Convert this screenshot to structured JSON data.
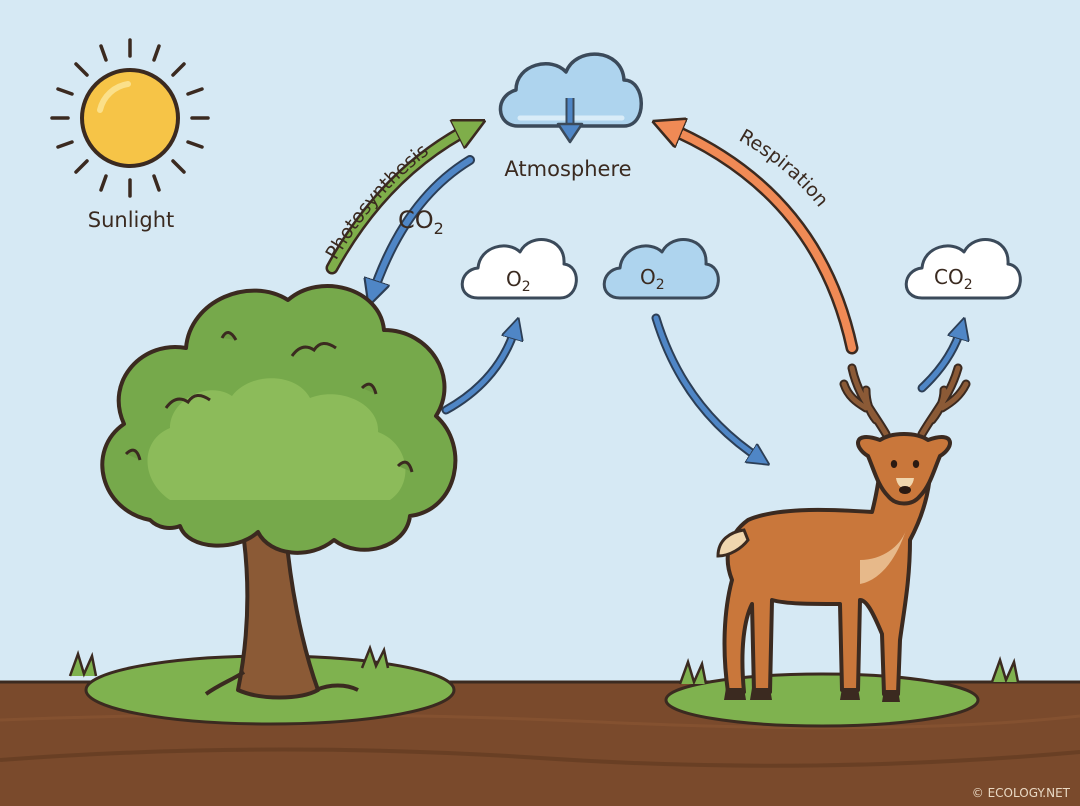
{
  "labels": {
    "sunlight": "Sunlight",
    "atmosphere": "Atmosphere",
    "photosynthesis": "Photosynthesis",
    "respiration": "Respiration",
    "co2_main": "CO",
    "co2_sub": "2",
    "o2_left": "O",
    "o2_left_sub": "2",
    "o2_right": "O",
    "o2_right_sub": "2",
    "co2_right": "CO",
    "co2_right_sub": "2"
  },
  "credit": "© ECOLOGY.NET",
  "colors": {
    "sky": "#d6e9f4",
    "soil": "#7a4a2c",
    "grass": "#7fb24f",
    "photosynthesis_arrow": "#7fae4a",
    "respiration_arrow": "#f08a55",
    "gas_arrow": "#4f86c6",
    "sun": "#f6c447",
    "deer": "#c9773b"
  },
  "icons": [
    "sun-icon",
    "cloud-icon",
    "tree-icon",
    "deer-icon"
  ]
}
